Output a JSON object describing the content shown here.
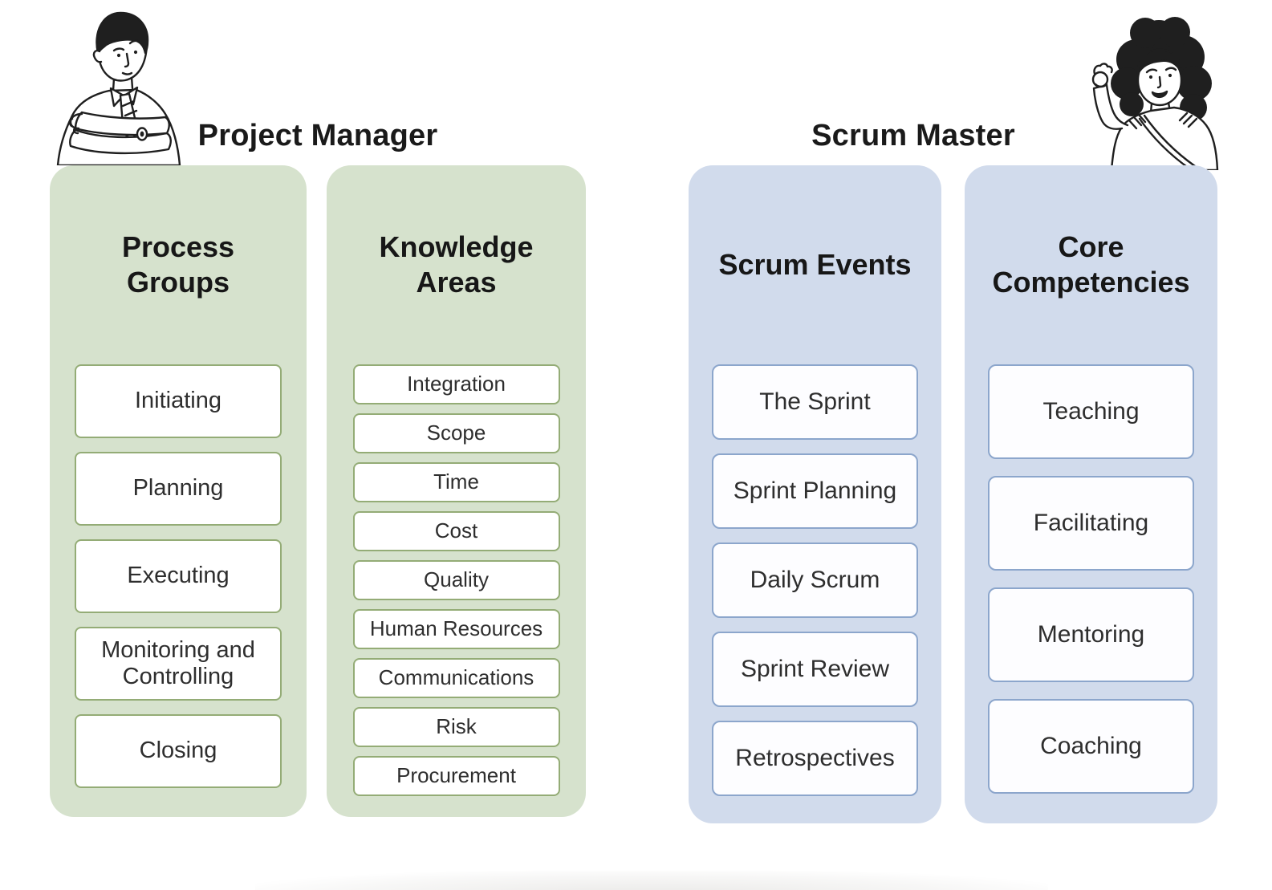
{
  "colors": {
    "green_panel": "#d6e2cd",
    "green_border": "#94ac76",
    "blue_panel": "#d1dbec",
    "blue_border": "#8ca6cc",
    "title_text": "#1a1a1a",
    "item_text": "#2e2e2e"
  },
  "project_manager": {
    "title": "Project Manager",
    "illustration": "man-with-crossed-arms",
    "columns": [
      {
        "header": "Process\nGroups",
        "items": [
          "Initiating",
          "Planning",
          "Executing",
          "Monitoring and Controlling",
          "Closing"
        ]
      },
      {
        "header": "Knowledge\nAreas",
        "items": [
          "Integration",
          "Scope",
          "Time",
          "Cost",
          "Quality",
          "Human Resources",
          "Communications",
          "Risk",
          "Procurement"
        ]
      }
    ]
  },
  "scrum_master": {
    "title": "Scrum Master",
    "illustration": "woman-with-raised-hand",
    "columns": [
      {
        "header": "Scrum Events",
        "items": [
          "The Sprint",
          "Sprint Planning",
          "Daily Scrum",
          "Sprint Review",
          "Retrospectives"
        ]
      },
      {
        "header": "Core\nCompetencies",
        "items": [
          "Teaching",
          "Facilitating",
          "Mentoring",
          "Coaching"
        ]
      }
    ]
  }
}
